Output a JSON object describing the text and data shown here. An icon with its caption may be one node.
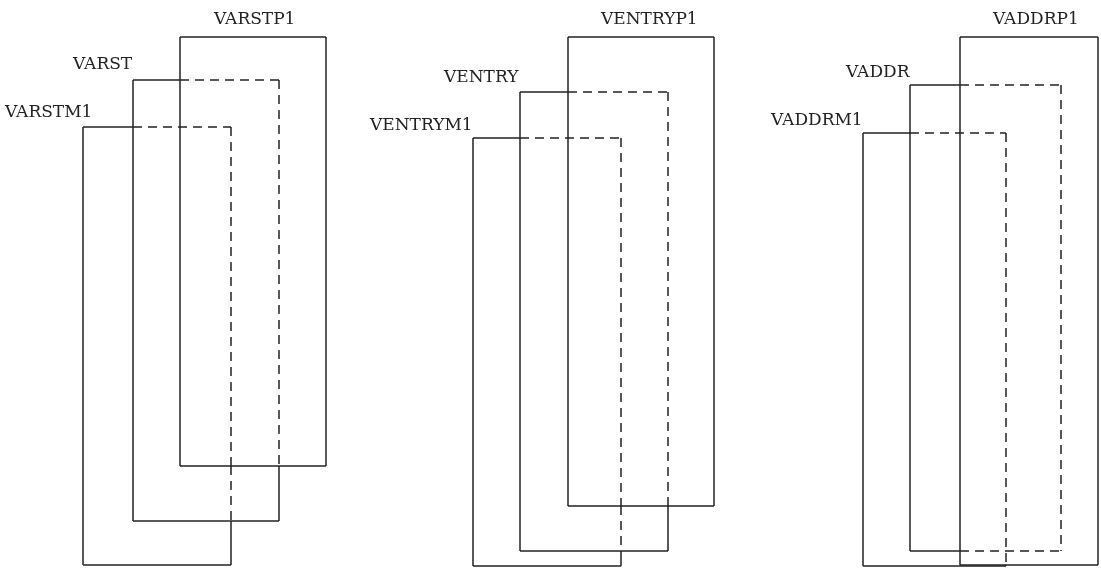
{
  "diagram": {
    "nodes": [
      {
        "text": [
          "VARSTP1"
        ]
      },
      {
        "text": [
          "VARST"
        ]
      },
      {
        "text": [
          "VARSTM1"
        ]
      },
      {
        "text": [
          "VENTRYP1"
        ]
      },
      {
        "text": [
          "VENTRY"
        ]
      },
      {
        "text": [
          "VENTRYM1"
        ]
      },
      {
        "text": [
          "VADDRP1"
        ]
      },
      {
        "text": [
          "VADDR"
        ]
      },
      {
        "text": [
          "VADDRM1"
        ]
      }
    ]
  }
}
